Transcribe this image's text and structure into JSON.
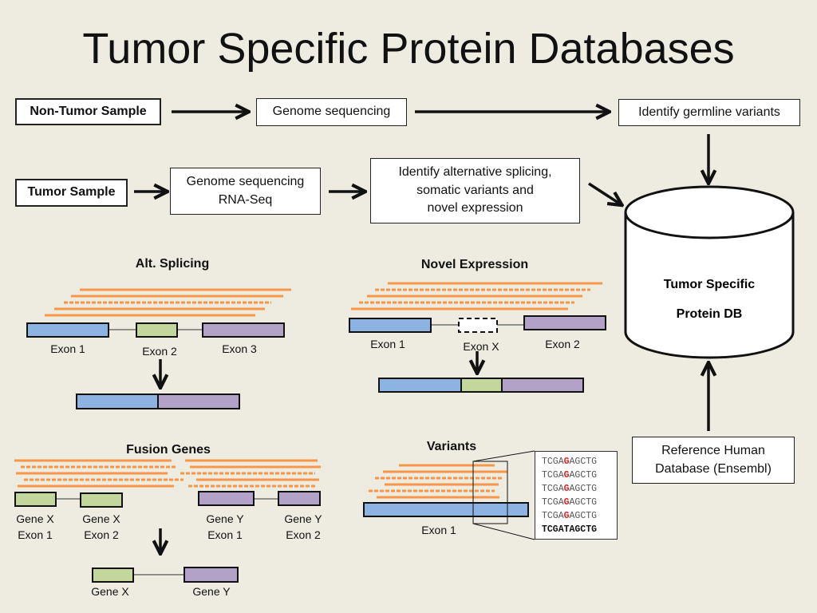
{
  "title": "Tumor Specific  Protein Databases",
  "flow": {
    "non_tumor_sample": "Non-Tumor Sample",
    "genome_sequencing": "Genome sequencing",
    "identify_germline": "Identify germline variants",
    "tumor_sample": "Tumor Sample",
    "tumor_seq_lines": [
      "Genome sequencing",
      "RNA-Seq"
    ],
    "identify_alt_lines": [
      "Identify alternative splicing,",
      "somatic variants and",
      "novel expression"
    ],
    "database_lines": [
      "Tumor Specific",
      "Protein DB"
    ],
    "reference_lines": [
      "Reference Human",
      "Database (Ensembl)"
    ]
  },
  "alt_splicing": {
    "title": "Alt. Splicing",
    "exon1": "Exon 1",
    "exon2": "Exon 2",
    "exon3": "Exon 3"
  },
  "novel_expression": {
    "title": "Novel Expression",
    "exon1": "Exon 1",
    "exonx": "Exon X",
    "exon2": "Exon 2"
  },
  "fusion_genes": {
    "title": "Fusion Genes",
    "gene_x_exon1": [
      "Gene X",
      "Exon 1"
    ],
    "gene_x_exon2": [
      "Gene X",
      "Exon 2"
    ],
    "gene_y_exon1": [
      "Gene Y",
      "Exon 1"
    ],
    "gene_y_exon2": [
      "Gene Y",
      "Exon 2"
    ],
    "fused_gene_x": "Gene X",
    "fused_gene_y": "Gene Y"
  },
  "variants": {
    "title": "Variants",
    "exon1": "Exon 1",
    "reads": [
      {
        "pre": "TCGA",
        "base": "G",
        "post": "AGCTG"
      },
      {
        "pre": "TCGA",
        "base": "G",
        "post": "AGCTG"
      },
      {
        "pre": "TCGA",
        "base": "G",
        "post": "AGCTG"
      },
      {
        "pre": "TCGA",
        "base": "G",
        "post": "AGCTG"
      },
      {
        "pre": "TCGA",
        "base": "G",
        "post": "AGCTG"
      }
    ],
    "reference": "TCGATAGCTG"
  },
  "colors": {
    "background": "#eeece1",
    "exon_blue": "#8db3e2",
    "exon_green": "#c3d69b",
    "exon_purple": "#b3a2c7",
    "read_orange": "#f79646",
    "variant_red": "#e02020"
  }
}
